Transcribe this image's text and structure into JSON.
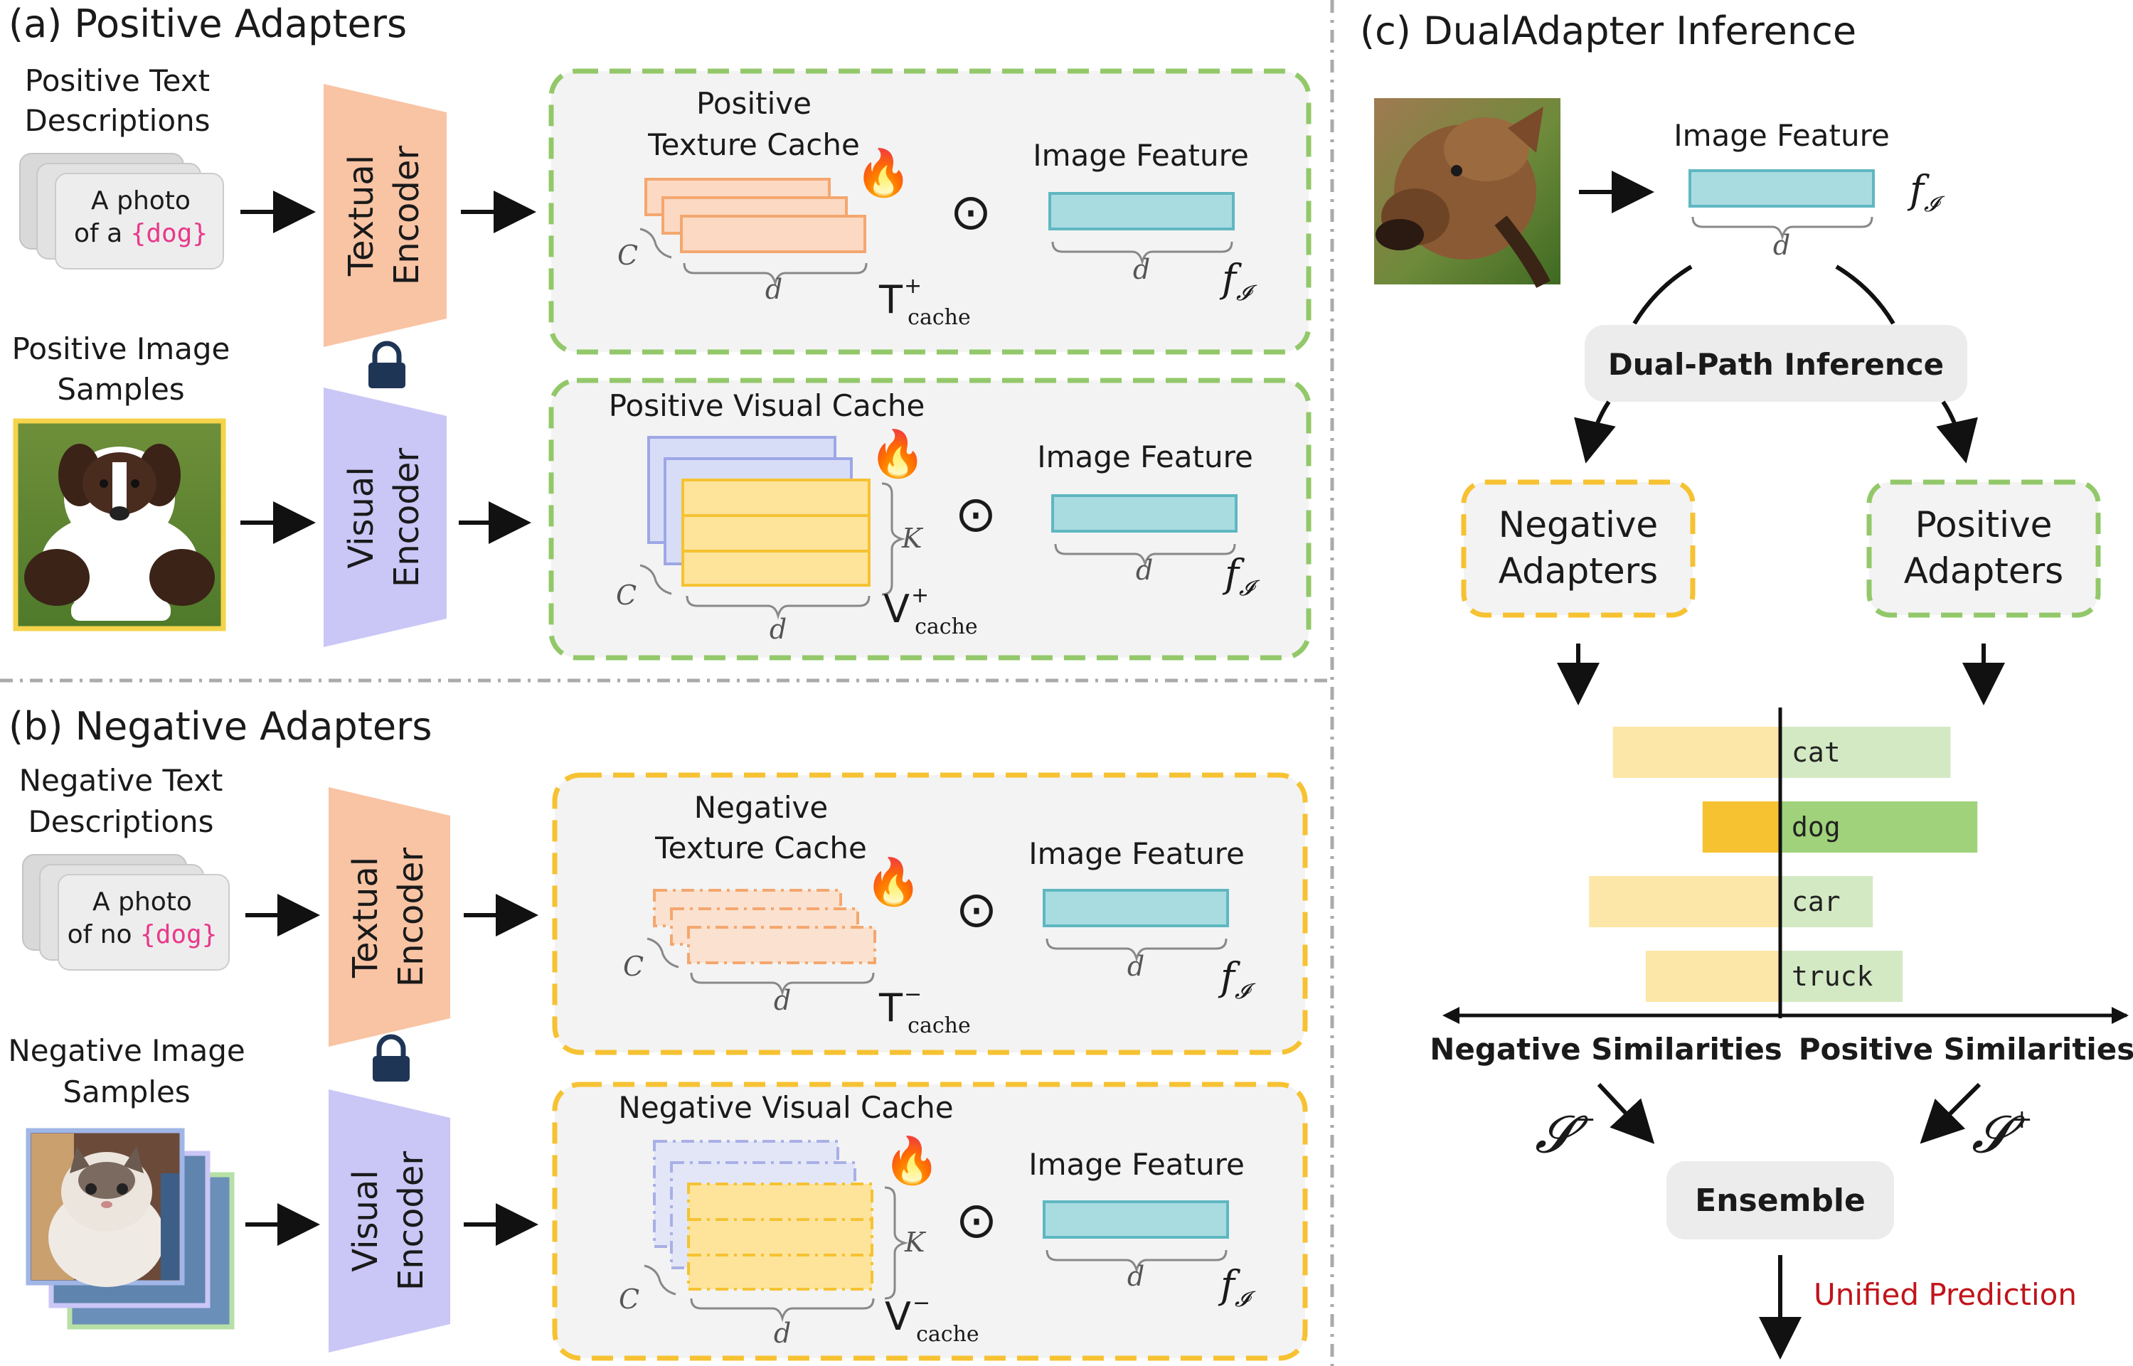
{
  "colors": {
    "positive_green": "#93c86a",
    "negative_yellow": "#f6c232",
    "text_encoder": "#f8c4a4",
    "visual_encoder": "#cac6f6",
    "feature_fill": "#a9dce1",
    "feature_stroke": "#5fb7c1",
    "pink_token": "#e8398a",
    "red_text": "#c0141b",
    "lock": "#1f3556"
  },
  "panel_a": {
    "title": "(a) Positive Adapters",
    "text_desc_line1": "Positive Text",
    "text_desc_line2": "Descriptions",
    "card_line1": "A photo",
    "card_line2_prefix": "of a ",
    "card_token": "{dog}",
    "image_samples_line1": "Positive Image",
    "image_samples_line2": "Samples",
    "textual_encoder_line1": "Textual",
    "textual_encoder_line2": "Encoder",
    "visual_encoder_line1": "Visual",
    "visual_encoder_line2": "Encoder",
    "texture_cache_line1": "Positive",
    "texture_cache_line2": "Texture Cache",
    "visual_cache_title": "Positive Visual Cache",
    "image_feature": "Image Feature",
    "sym_C": "C",
    "sym_d": "d",
    "sym_K": "K",
    "sym_f": "f",
    "sym_f_sub": "𝓘",
    "T_base": "T",
    "T_sup": "+",
    "T_sub": "cache",
    "V_base": "V",
    "V_sup": "+",
    "V_sub": "cache",
    "odot": "⊙",
    "fire": "🔥"
  },
  "panel_b": {
    "title": "(b) Negative Adapters",
    "text_desc_line1": "Negative Text",
    "text_desc_line2": "Descriptions",
    "card_line1": "A photo",
    "card_line2_prefix": "of no ",
    "card_token": "{dog}",
    "image_samples_line1": "Negative Image",
    "image_samples_line2": "Samples",
    "textual_encoder_line1": "Textual",
    "textual_encoder_line2": "Encoder",
    "visual_encoder_line1": "Visual",
    "visual_encoder_line2": "Encoder",
    "texture_cache_line1": "Negative",
    "texture_cache_line2": "Texture Cache",
    "visual_cache_title": "Negative Visual Cache",
    "image_feature": "Image Feature",
    "sym_C": "C",
    "sym_d": "d",
    "sym_K": "K",
    "sym_f": "f",
    "sym_f_sub": "𝓘",
    "T_base": "T",
    "T_sup": "−",
    "T_sub": "cache",
    "V_base": "V",
    "V_sup": "−",
    "V_sub": "cache",
    "odot": "⊙",
    "fire": "🔥"
  },
  "panel_c": {
    "title": "(c) DualAdapter Inference",
    "image_feature": "Image Feature",
    "sym_d": "d",
    "sym_f": "f",
    "sym_f_sub": "𝓘",
    "dual_path": "Dual-Path Inference",
    "neg_adapters_line1": "Negative",
    "neg_adapters_line2": "Adapters",
    "pos_adapters_line1": "Positive",
    "pos_adapters_line2": "Adapters",
    "bars": [
      {
        "label": "cat",
        "neg": 0.56,
        "pos": 0.57,
        "highlight": false
      },
      {
        "label": "dog",
        "neg": 0.26,
        "pos": 0.66,
        "highlight": true
      },
      {
        "label": "car",
        "neg": 0.64,
        "pos": 0.31,
        "highlight": false
      },
      {
        "label": "truck",
        "neg": 0.45,
        "pos": 0.41,
        "highlight": false
      }
    ],
    "neg_similarities": "Negative Similarities",
    "pos_similarities": "Positive Similarities",
    "S_neg_base": "𝓢",
    "S_neg_sup": "−",
    "S_pos_base": "𝓢",
    "S_pos_sup": "+",
    "ensemble": "Ensemble",
    "unified_prediction": "Unified Prediction"
  }
}
